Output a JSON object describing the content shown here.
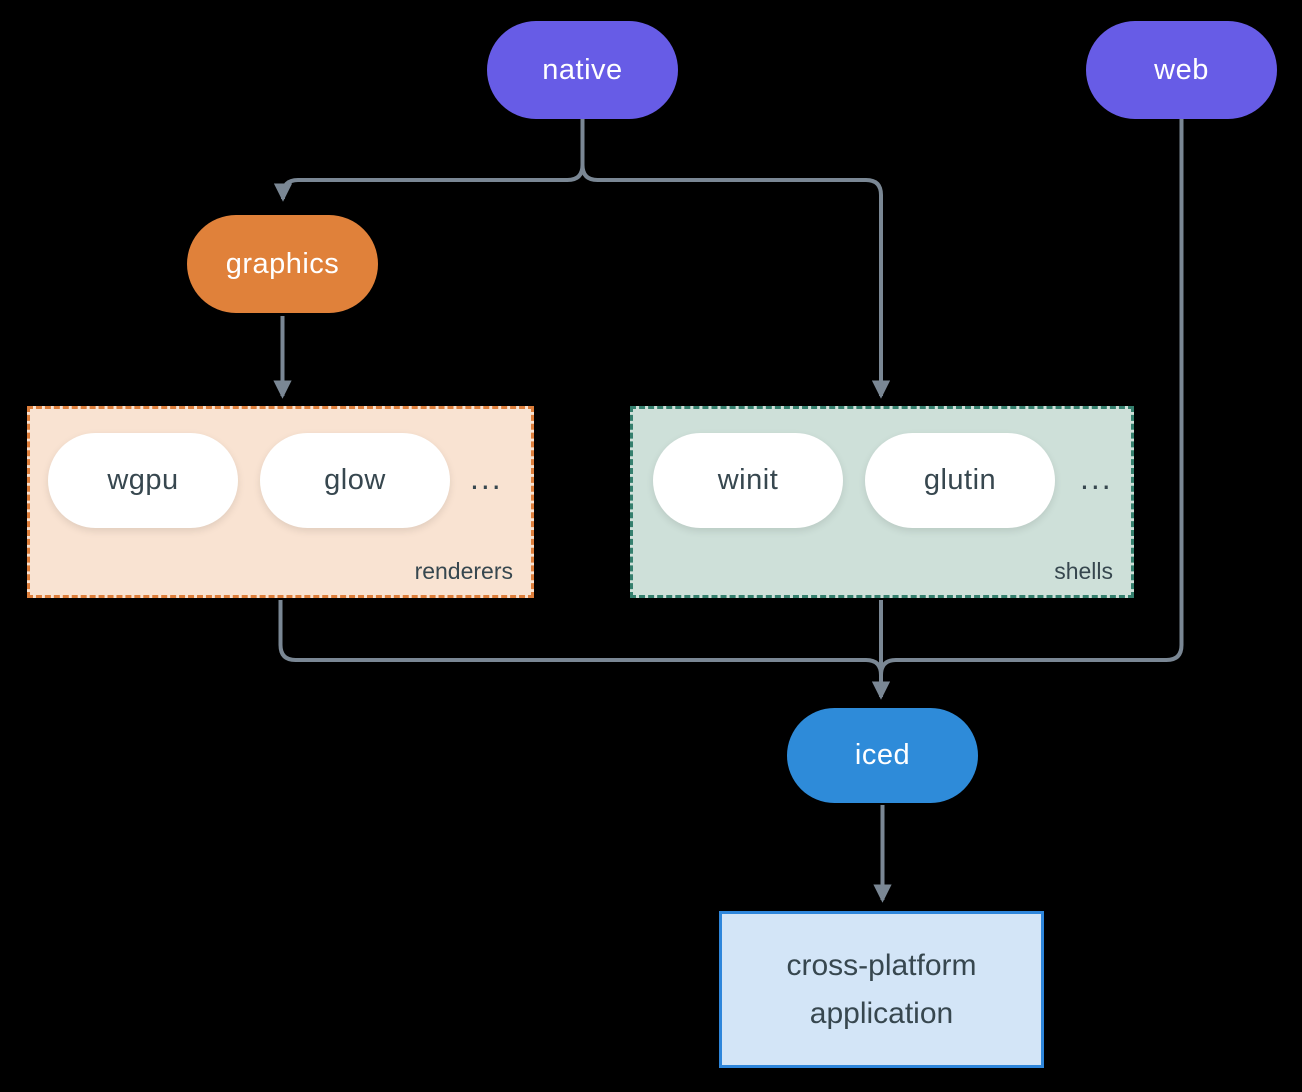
{
  "diagram": {
    "nodes": {
      "native": {
        "label": "native",
        "color": "#675CE6"
      },
      "web": {
        "label": "web",
        "color": "#675CE6"
      },
      "graphics": {
        "label": "graphics",
        "color": "#E0813A"
      },
      "iced": {
        "label": "iced",
        "color": "#2E8BD9"
      },
      "app": {
        "label_line1": "cross-platform",
        "label_line2": "application",
        "fill": "#D3E5F7",
        "border": "#2E86DB"
      }
    },
    "groups": {
      "renderers": {
        "label": "renderers",
        "items": [
          "wgpu",
          "glow"
        ],
        "ellipsis": "...",
        "fill": "#F9E3D2",
        "border": "#DE7F3C"
      },
      "shells": {
        "label": "shells",
        "items": [
          "winit",
          "glutin"
        ],
        "ellipsis": "...",
        "fill": "#CEE0D9",
        "border": "#35806E"
      }
    },
    "colors": {
      "background": "#000000",
      "connector": "#7A8794",
      "dark_text": "#37474F",
      "pill_text_light": "#FFFFFF"
    }
  }
}
